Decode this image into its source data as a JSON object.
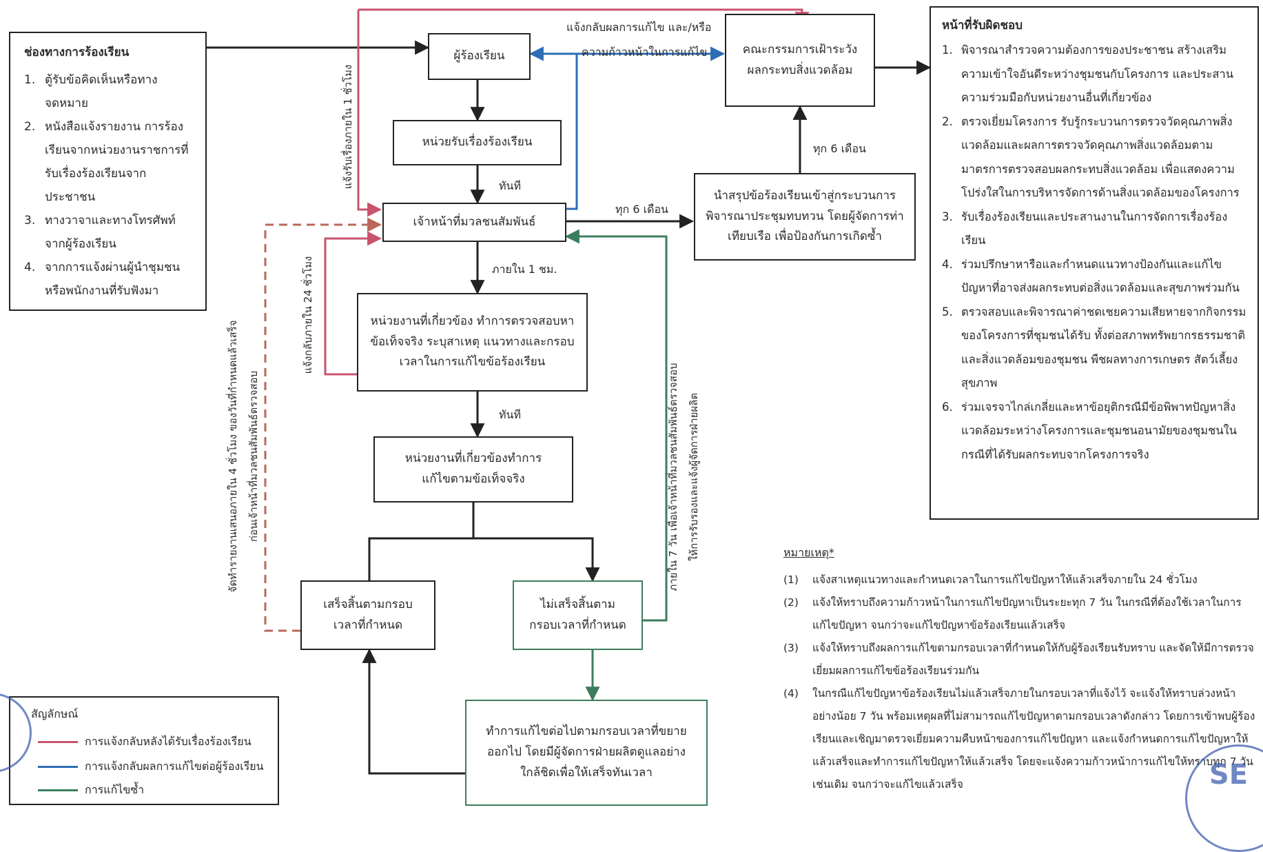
{
  "channels": {
    "title": "ช่องทางการร้องเรียน",
    "items": [
      {
        "num": "1.",
        "text": "ตู้รับข้อคิดเห็นหรือทางจดหมาย"
      },
      {
        "num": "2.",
        "text": "หนังสือแจ้งรายงาน การร้องเรียนจากหน่วยงานราชการที่รับเรื่องร้องเรียนจากประชาชน"
      },
      {
        "num": "3.",
        "text": "ทางวาจาและทางโทรศัพท์จากผู้ร้องเรียน"
      },
      {
        "num": "4.",
        "text": "จากการแจ้งผ่านผู้นำชุมชนหรือพนักงานที่รับฟังมา"
      }
    ]
  },
  "nodes": {
    "complainant": "ผู้ร้องเรียน",
    "receiving_unit": "หน่วยรับเรื่องร้องเรียน",
    "relations_officer": "เจ้าหน้าที่มวลชนสัมพันธ์",
    "related_unit_check": "หน่วยงานที่เกี่ยวข้อง ทำการตรวจสอบหาข้อเท็จจริง ระบุสาเหตุ แนวทางและกรอบเวลาในการแก้ไขข้อร้องเรียน",
    "related_unit_fix": "หน่วยงานที่เกี่ยวข้องทำการแก้ไขตามข้อเท็จจริง",
    "done_in_time": "เสร็จสิ้นตามกรอบเวลาที่กำหนด",
    "not_done_in_time": "ไม่เสร็จสิ้นตามกรอบเวลาที่กำหนด",
    "continue_fix": "ทำการแก้ไขต่อไปตามกรอบเวลาที่ขยายออกไป โดยมีผู้จัดการฝ่ายผลิตดูแลอย่างใกล้ชิดเพื่อให้เสร็จทันเวลา",
    "committee": "คณะกรรมการเฝ้าระวังผลกระทบสิ่งแวดล้อม",
    "summary": "นำสรุปข้อร้องเรียนเข้าสู่กระบวนการพิจารณาประชุมทบทวน โดยผู้จัดการท่าเทียบเรือ เพื่อป้องกันการเกิดซ้ำ"
  },
  "edge_labels": {
    "feedback_top_1": "แจ้งกลับผลการแก้ไข และ/หรือ",
    "feedback_top_2": "ความก้าวหน้าในการแก้ไข",
    "ack_1hr": "แจ้งรับเรื่องภายใน 1 ชั่วโมง",
    "immediately_1": "ทันที",
    "every_6_months_1": "ทุก 6 เดือน",
    "every_6_months_2": "ทุก 6 เดือน",
    "within_1hr": "ภายใน 1 ชม.",
    "reply_24hr": "แจ้งกลับภายใน 24 ชั่วโมง",
    "immediately_2": "ทันที",
    "report_4hr_1": "จัดทำรายงานเสนอภายใน 4 ชั่วโมง ของวันที่กำหนดแล้วเสร็จ",
    "report_4hr_2": "ก่อนเจ้าหน้าที่มวลชนสัมพันธ์ตรวจสอบ",
    "within_7d_1": "ภายใน 7 วัน เพื่อเจ้าหน้าที่มวลชนสัมพันธ์ตรวจสอบ",
    "within_7d_2": "ให้การรับรองและแจ้งผู้จัดการฝ่ายผลิต"
  },
  "responsibilities": {
    "title": "หน้าที่รับผิดชอบ",
    "items": [
      {
        "num": "1.",
        "text": "พิจารณาสำรวจความต้องการของประชาชน สร้างเสริมความเข้าใจอันดีระหว่างชุมชนกับโครงการ และประสานความร่วมมือกับหน่วยงานอื่นที่เกี่ยวข้อง"
      },
      {
        "num": "2.",
        "text": "ตรวจเยี่ยมโครงการ รับรู้กระบวนการตรวจวัดคุณภาพสิ่งแวดล้อมและผลการตรวจวัดคุณภาพสิ่งแวดล้อมตามมาตรการตรวจสอบผลกระทบสิ่งแวดล้อม เพื่อแสดงความโปร่งใสในการบริหารจัดการด้านสิ่งแวดล้อมของโครงการ"
      },
      {
        "num": "3.",
        "text": "รับเรื่องร้องเรียนและประสานงานในการจัดการเรื่องร้องเรียน"
      },
      {
        "num": "4.",
        "text": "ร่วมปรึกษาหารือและกำหนดแนวทางป้องกันและแก้ไขปัญหาที่อาจส่งผลกระทบต่อสิ่งแวดล้อมและสุขภาพร่วมกัน"
      },
      {
        "num": "5.",
        "text": "ตรวจสอบและพิจารณาค่าชดเชยความเสียหายจากกิจกรรมของโครงการที่ชุมชนได้รับ ทั้งต่อสภาพทรัพยากรธรรมชาติและสิ่งแวดล้อมของชุมชน พืชผลทางการเกษตร สัตว์เลี้ยง สุขภาพ"
      },
      {
        "num": "6.",
        "text": "ร่วมเจรจาไกล่เกลี่ยและหาข้อยุติกรณีมีข้อพิพาทปัญหาสิ่งแวดล้อมระหว่างโครงการและชุมชนอนามัยของชุมชนในกรณีที่ได้รับผลกระทบจากโครงการจริง"
      }
    ]
  },
  "notes": {
    "title": "หมายเหตุ*",
    "items": [
      {
        "num": "(1)",
        "text": "แจ้งสาเหตุแนวทางและกำหนดเวลาในการแก้ไขปัญหาให้แล้วเสร็จภายใน 24 ชั่วโมง"
      },
      {
        "num": "(2)",
        "text": "แจ้งให้ทราบถึงความก้าวหน้าในการแก้ไขปัญหาเป็นระยะทุก 7 วัน ในกรณีที่ต้องใช้เวลาในการแก้ไขปัญหา จนกว่าจะแก้ไขปัญหาข้อร้องเรียนแล้วเสร็จ"
      },
      {
        "num": "(3)",
        "text": "แจ้งให้ทราบถึงผลการแก้ไขตามกรอบเวลาที่กำหนดให้กับผู้ร้องเรียนรับทราบ และจัดให้มีการตรวจเยี่ยมผลการแก้ไขข้อร้องเรียนร่วมกัน"
      },
      {
        "num": "(4)",
        "text": "ในกรณีแก้ไขปัญหาข้อร้องเรียนไม่แล้วเสร็จภายในกรอบเวลาที่แจ้งไว้ จะแจ้งให้ทราบล่วงหน้าอย่างน้อย 7 วัน พร้อมเหตุผลที่ไม่สามารถแก้ไขปัญหาตามกรอบเวลาดังกล่าว โดยการเข้าพบผู้ร้องเรียนและเชิญมาตรวจเยี่ยมความคืบหน้าของการแก้ไขปัญหา และแจ้งกำหนดการแก้ไขปัญหาให้แล้วเสร็จและทำการแก้ไขปัญหาให้แล้วเสร็จ โดยจะแจ้งความก้าวหน้าการแก้ไขให้ทราบทุก 7 วันเช่นเดิม จนกว่าจะแก้ไขแล้วเสร็จ"
      }
    ]
  },
  "legend": {
    "title": "สัญลักษณ์",
    "items": [
      {
        "label": "การแจ้งกลับหลังได้รับเรื่องร้องเรียน",
        "color": "#c9536d"
      },
      {
        "label": "การแจ้งกลับผลการแก้ไขต่อผู้ร้องเรียน",
        "color": "#2e6db4"
      },
      {
        "label": "การแก้ไขซ้ำ",
        "color": "#3c7d5d"
      }
    ]
  },
  "colors": {
    "red": "#c9536d",
    "blue": "#2e6db4",
    "green": "#3c7d5d",
    "dashed": "#b9685a",
    "black": "#222222"
  },
  "stamp": {
    "text": "SE"
  }
}
